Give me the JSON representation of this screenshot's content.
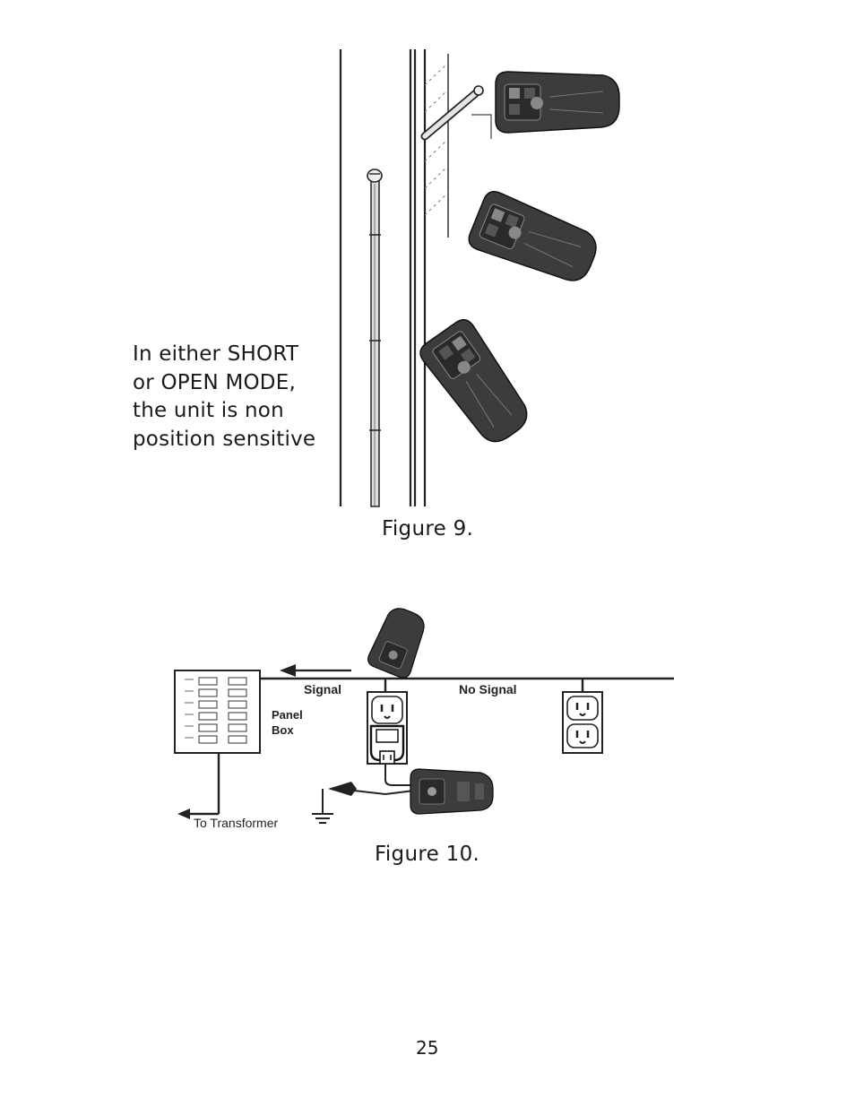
{
  "figure9": {
    "note_lines": [
      "In either SHORT",
      "or OPEN MODE,",
      "the unit is non",
      "position sensitive"
    ],
    "caption": "Figure 9."
  },
  "figure10": {
    "label_signal": "Signal",
    "label_no_signal": "No Signal",
    "label_panel_line1": "Panel",
    "label_panel_line2": "Box",
    "label_transformer": "To Transformer",
    "caption": "Figure 10."
  },
  "page_number": "25"
}
